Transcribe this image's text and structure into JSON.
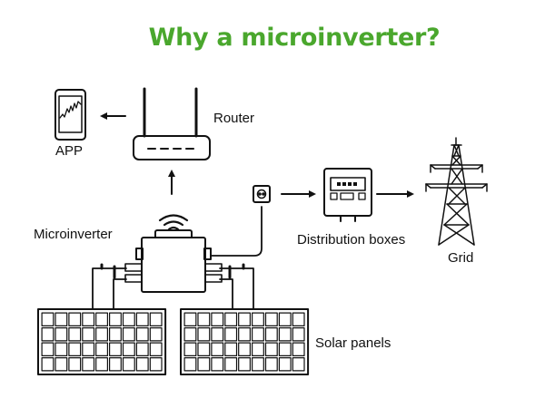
{
  "title": "Why a microinverter?",
  "labels": {
    "app": "APP",
    "router": "Router",
    "microinverter": "Microinverter",
    "distribution": "Distribution boxes",
    "grid": "Grid",
    "solar": "Solar panels"
  },
  "colors": {
    "title": "#4aa72d",
    "line": "#111111",
    "fill": "#ffffff"
  }
}
